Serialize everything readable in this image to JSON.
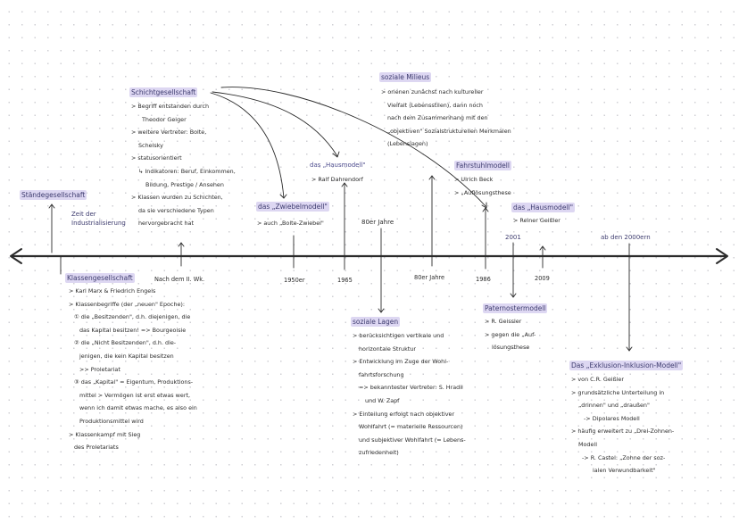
{
  "timeline": {
    "top_labels": {
      "zeit_der_industrialisierung": [
        "Zeit der",
        "Industrialisierung"
      ],
      "ab_2000": "ab den 2000ern",
      "y2001": "2001"
    },
    "axis_labels": {
      "nach_ww2": "Nach dem II. Wk.",
      "y1950": "1950er",
      "y1965": "1965",
      "y1980": "80er Jahre",
      "y1986": "1986",
      "y2009": "2009",
      "y1980_top": "80er Jahre"
    }
  },
  "concepts": {
    "staendegesellschaft": {
      "title": "Ständegesellschaft"
    },
    "schichtgesellschaft": {
      "title": "Schichtgesellschaft",
      "lines": [
        "> Begriff entstanden durch",
        "Theodor Geiger",
        "> weitere Vertreter: Bolte,",
        "Schelsky",
        "> statusorientiert",
        "↳ Indikatoren: Beruf, Einkommen,",
        "Bildung, Prestige / Ansehen",
        "> Klassen wurden zu Schichten,",
        "da sie verschiedene Typen",
        "hervorgebracht hat"
      ]
    },
    "zwiebelmodell": {
      "title": "das „Zwiebelmodell\"",
      "lines": [
        "> auch „Bolte-Zwiebel\""
      ]
    },
    "hausmodell_dahrendorf": {
      "title": "das „Hausmodell\"",
      "lines": [
        "> Ralf Dahrendorf"
      ]
    },
    "soziale_milieus": {
      "title": "soziale Milieus",
      "lines": [
        "> orienen zunächst nach kultureller",
        "Vielfalt (Lebensstilen), dann noch",
        "nach dem Zusammenhang mit den",
        "„objektiven\" Sozialstrukturellen Merkmalen",
        "(Lebenslagen)"
      ]
    },
    "fahrstuhlmodell": {
      "title": "Fahrstuhlmodell",
      "lines": [
        "> Ulrich Beck",
        "> „Auflösungsthese"
      ]
    },
    "hausmodell_geissler": {
      "title": "das „Hausmodell\"",
      "lines": [
        "> Reiner Geißler"
      ]
    },
    "klassengesellschaft": {
      "title": "Klassengesellschaft",
      "lines": [
        "> Karl Marx & Friedrich Engels",
        "> Klassenbegriffe (der „neuen\" Epoche):",
        "① die „Besitzenden\", d.h. diejenigen, die",
        "das Kapital besitzen! => Bourgeoisie",
        "② die „Nicht Besitzenden\", d.h. die-",
        "jenigen, die kein Kapital besitzen",
        ">> Proletariat",
        "③ das „Kapital\" = Eigentum, Produktions-",
        "mittel > Vermögen ist erst etwas wert,",
        "wenn ich damit etwas mache, es also ein",
        "Produktionsmittel wird",
        "> Klassenkampf mit Sieg",
        "des Proletariats"
      ]
    },
    "soziale_lagen": {
      "title": "soziale Lagen",
      "lines": [
        "> berücksichtigen vertikale und",
        "horizontale Struktur",
        "> Entwicklung im Zuge der Wohl-",
        "fahrtsforschung",
        "=> bekanntester Vertreter: S. Hradil",
        "und  W. Zapf",
        "> Einteilung erfolgt nach objektiver",
        "Wohlfahrt (= materielle Ressourcen)",
        "und subjektiver Wohlfahrt (= Lebens-",
        "zufriedenheit)"
      ]
    },
    "paternostermodell": {
      "title": "Paternostermodell",
      "lines": [
        "> R. Geissler",
        "> gegen die „Auf-",
        "lösungsthese"
      ]
    },
    "exklusion_inklusion": {
      "title": "Das „Exklusion-Inklusion-Modell\"",
      "lines": [
        "> von C.R. Geißler",
        "> grundsätzliche Unterteilung in",
        "„drinnen\" und „draußen\"",
        "-> Dipolares Modell",
        "> häufig erweitert zu „Drei-Zohnen-",
        "Modell",
        "-> R. Castel: „Zohne der soz-",
        "ialen Verwundbarkeit\""
      ]
    }
  },
  "colors": {
    "highlight": "#ddd7f2",
    "ink": "#2b2b2b",
    "accent_text": "#3d3b6e"
  }
}
